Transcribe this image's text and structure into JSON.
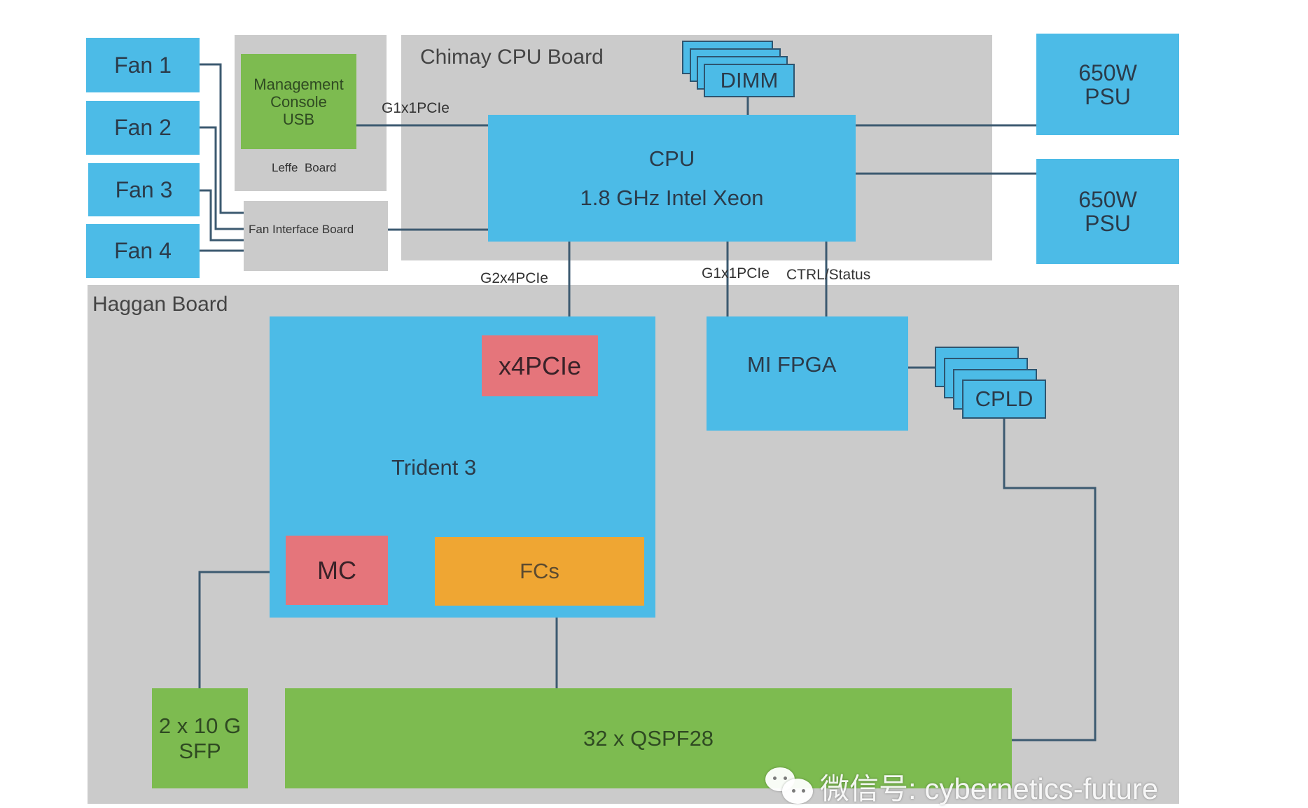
{
  "diagram": {
    "fans": [
      {
        "label": "Fan 1"
      },
      {
        "label": "Fan 2"
      },
      {
        "label": "Fan 3"
      },
      {
        "label": "Fan 4"
      }
    ],
    "leffe_board": {
      "label": "Leffe  Board",
      "management_console": {
        "lines": [
          "Management",
          "Console",
          "USB"
        ]
      }
    },
    "fan_interface_board": {
      "label": "Fan Interface Board"
    },
    "chimay_board": {
      "label": "Chimay CPU Board",
      "cpu": {
        "title": "CPU",
        "subtitle": "1.8 GHz Intel Xeon"
      },
      "dimm": {
        "label": "DIMM",
        "stack_count": 4
      }
    },
    "psus": [
      {
        "lines": [
          "650W",
          "PSU"
        ]
      },
      {
        "lines": [
          "650W",
          "PSU"
        ]
      }
    ],
    "haggan_board": {
      "label": "Haggan Board",
      "trident": {
        "label": "Trident 3",
        "pcie": {
          "label": "x4PCIe"
        },
        "mc": {
          "label": "MC"
        },
        "fcs": {
          "label": "FCs"
        }
      },
      "mi_fpga": {
        "label": "MI FPGA"
      },
      "cpld": {
        "label": "CPLD",
        "stack_count": 4
      },
      "sfp": {
        "lines": [
          "2 x 10 G",
          "SFP"
        ]
      },
      "qsfp": {
        "label": "32 x QSPF28"
      }
    },
    "links": {
      "mgmt_to_cpu": "G1x1PCIe",
      "cpu_to_trident": "G2x4PCIe",
      "cpu_to_fpga": "G1x1PCIe",
      "ctrl_status": "CTRL/Status"
    },
    "colors": {
      "board_gray": "#cbcbcb",
      "component_blue": "#4cbbe7",
      "port_green": "#7dbb50",
      "interface_red": "#e5757b",
      "fabric_orange": "#efa633",
      "wire": "#3c5a70"
    }
  },
  "watermark": {
    "text": "微信号: cybernetics-future",
    "icon": "wechat-icon"
  }
}
